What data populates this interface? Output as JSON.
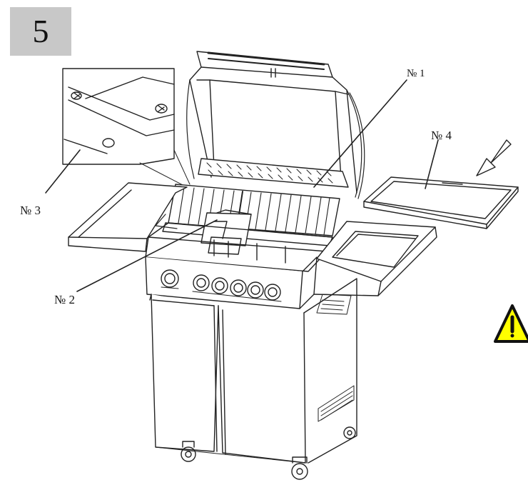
{
  "step": {
    "number": "5"
  },
  "callouts": {
    "part1": "№ 1",
    "part2": "№ 2",
    "part3": "№ 3",
    "part4": "№ 4"
  },
  "icons": {
    "warning": "warning-triangle-icon",
    "arrow": "insert-direction-arrow-icon"
  },
  "colors": {
    "step_box": "#c8c8c8",
    "line_art": "#222222",
    "warning_fill": "#ffff00"
  }
}
